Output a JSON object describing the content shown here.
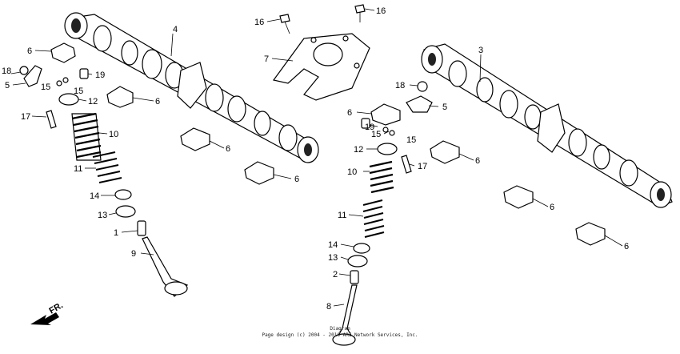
{
  "callouts": {
    "c_3": "3",
    "c_4": "4",
    "c_7": "7",
    "c_16a": "16",
    "c_16b": "16",
    "l_6a": "6",
    "l_18": "18",
    "l_5": "5",
    "l_15a": "15",
    "l_15b": "15",
    "l_19": "19",
    "l_12": "12",
    "l_6b": "6",
    "l_17": "17",
    "l_10": "10",
    "l_11": "11",
    "l_14": "14",
    "l_13": "13",
    "l_1": "1",
    "l_9": "9",
    "l_6c": "6",
    "l_6d": "6",
    "r_18": "18",
    "r_6a": "6",
    "r_5": "5",
    "r_19": "19",
    "r_15a": "15",
    "r_15b": "15",
    "r_12": "12",
    "r_17": "17",
    "r_10": "10",
    "r_6b": "6",
    "r_11": "11",
    "r_6c": "6",
    "r_14": "14",
    "r_13": "13",
    "r_2": "2",
    "r_8": "8",
    "r_6d": "6"
  },
  "direction_label": "FR.",
  "footer": {
    "line1": "Diagram",
    "line2": "Page design (c) 2004 - 2016 ARI Network Services, Inc."
  }
}
